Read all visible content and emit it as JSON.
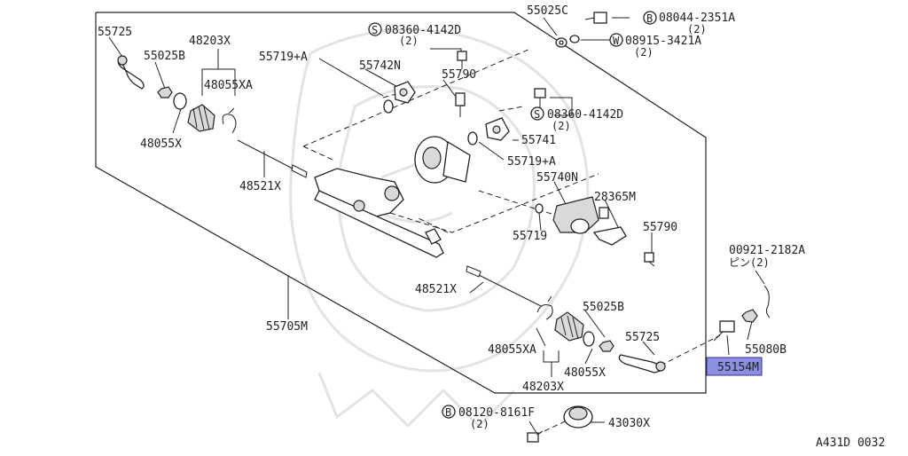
{
  "diagram": {
    "labels": {
      "p55725_top": "55725",
      "p55025b_top": "55025B",
      "p48203x_top": "48203X",
      "p48055xa_top": "48055XA",
      "p48055x_top": "48055X",
      "p48521x_top": "48521X",
      "s08360_top": "08360-4142D",
      "s08360_top_qty": "(2)",
      "p55719a_top": "55719+A",
      "p55742n": "55742N",
      "p55790_top": "55790",
      "p55025c": "55025C",
      "b08044": "08044-2351A",
      "b08044_qty": "(2)",
      "w08915": "08915-3421A",
      "w08915_qty": "(2)",
      "s08360_mid": "08360-4142D",
      "s08360_mid_qty": "(2)",
      "p55741": "55741",
      "p55719a_mid": "55719+A",
      "p55740n": "55740N",
      "p28365m": "28365M",
      "p55719": "55719",
      "p55790_mid": "55790",
      "p00921": "00921-2182A",
      "p00921_sub": "ピン(2)",
      "p48521x_bot": "48521X",
      "p55705m": "55705M",
      "p55025b_bot": "55025B",
      "p55725_bot": "55725",
      "p48055xa_bot": "48055XA",
      "p48055x_bot": "48055X",
      "p48203x_bot": "48203X",
      "p55080b": "55080B",
      "p55154m": "55154M",
      "b08120": "08120-8161F",
      "b08120_qty": "(2)",
      "p43030x": "43030X",
      "fig_code": "A431D 0032"
    },
    "prefix_markers": {
      "s": "S",
      "b": "B",
      "w": "W"
    },
    "highlight_color": "#8b8fe0"
  }
}
